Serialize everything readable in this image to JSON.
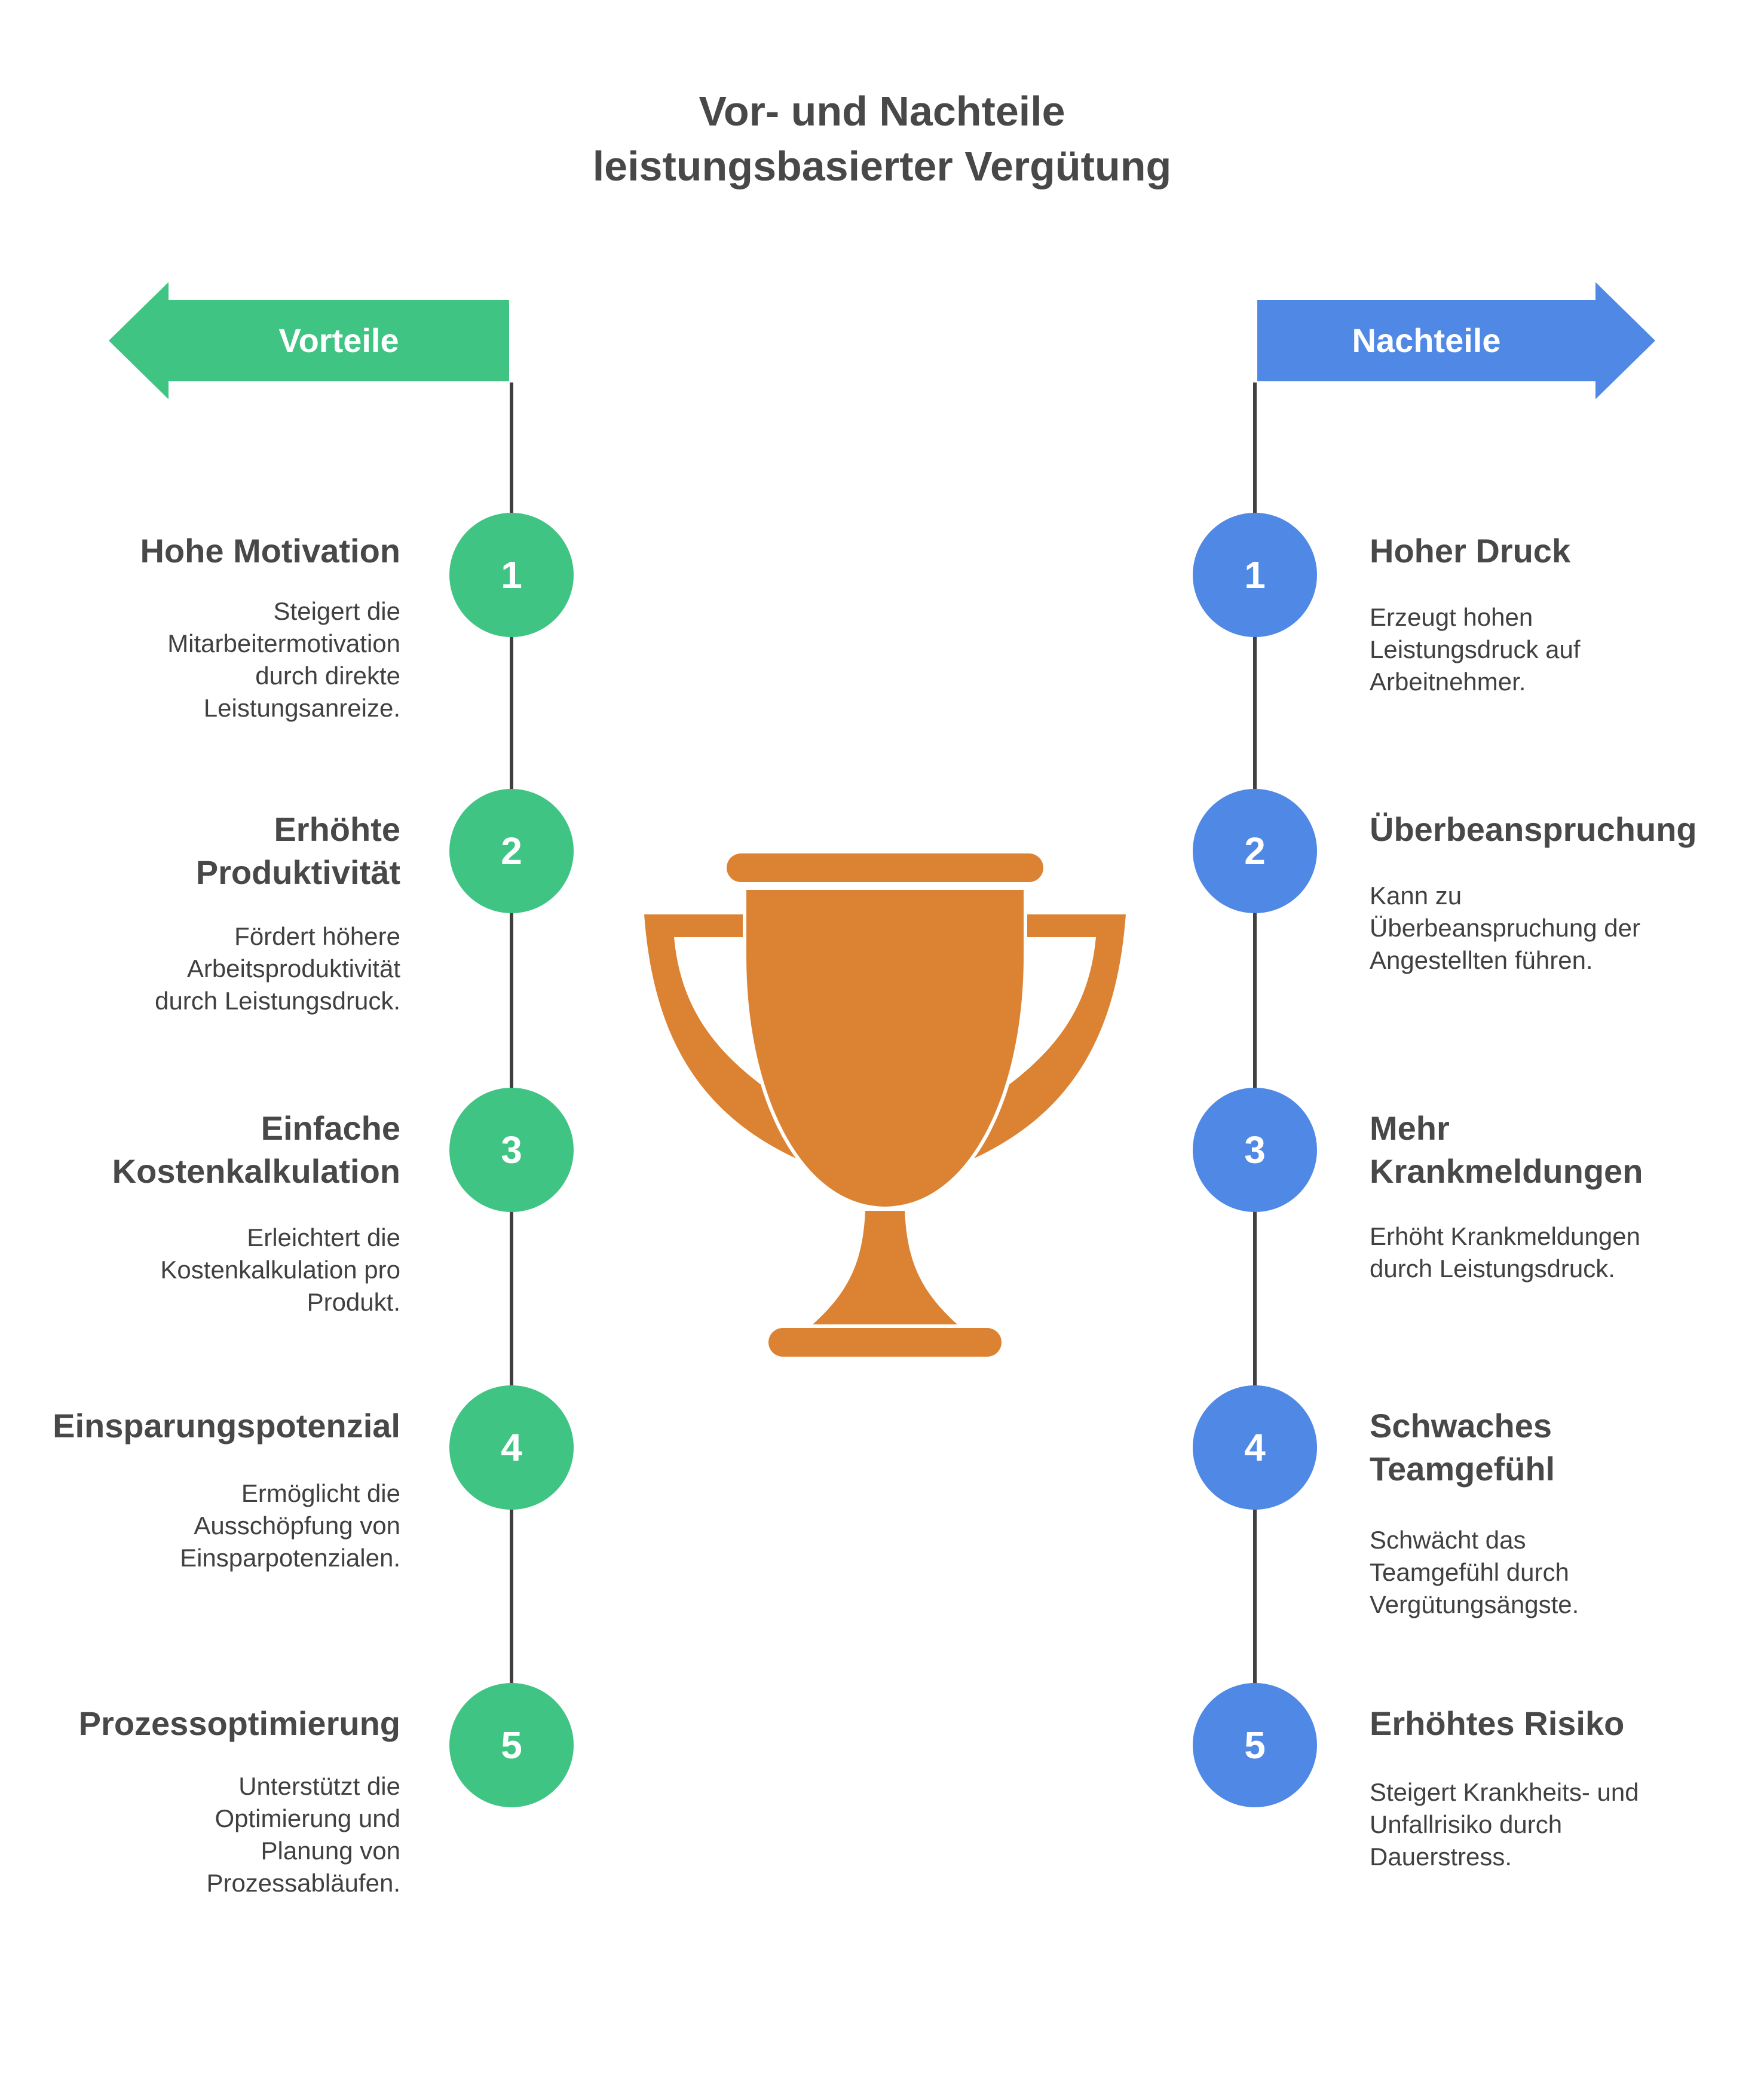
{
  "title": {
    "line1": "Vor- und Nachteile",
    "line2": "leistungsbasierter Vergütung"
  },
  "colors": {
    "pros": "#3fc483",
    "cons": "#4f88e5",
    "trophy": "#dc8333",
    "line": "#404040"
  },
  "icons": {
    "center": "trophy-icon"
  },
  "pros": {
    "label": "Vorteile",
    "items": [
      {
        "number": "1",
        "title": [
          "Hohe Motivation"
        ],
        "desc": [
          "Steigert die",
          "Mitarbeitermotivation",
          "durch direkte",
          "Leistungsanreize."
        ]
      },
      {
        "number": "2",
        "title": [
          "Erhöhte",
          "Produktivität"
        ],
        "desc": [
          "Fördert höhere",
          "Arbeitsproduktivität",
          "durch Leistungsdruck."
        ]
      },
      {
        "number": "3",
        "title": [
          "Einfache",
          "Kostenkalkulation"
        ],
        "desc": [
          "Erleichtert die",
          "Kostenkalkulation pro",
          "Produkt."
        ]
      },
      {
        "number": "4",
        "title": [
          "Einsparungspotenzial"
        ],
        "desc": [
          "Ermöglicht die",
          "Ausschöpfung von",
          "Einsparpotenzialen."
        ]
      },
      {
        "number": "5",
        "title": [
          "Prozessoptimierung"
        ],
        "desc": [
          "Unterstützt die",
          "Optimierung und",
          "Planung von",
          "Prozessabläufen."
        ]
      }
    ]
  },
  "cons": {
    "label": "Nachteile",
    "items": [
      {
        "number": "1",
        "title": [
          "Hoher Druck"
        ],
        "desc": [
          "Erzeugt hohen",
          "Leistungsdruck auf",
          "Arbeitnehmer."
        ]
      },
      {
        "number": "2",
        "title": [
          "Überbeanspruchung"
        ],
        "desc": [
          "Kann zu",
          "Überbeanspruchung der",
          "Angestellten führen."
        ]
      },
      {
        "number": "3",
        "title": [
          "Mehr",
          "Krankmeldungen"
        ],
        "desc": [
          "Erhöht Krankmeldungen",
          "durch Leistungsdruck."
        ]
      },
      {
        "number": "4",
        "title": [
          "Schwaches",
          "Teamgefühl"
        ],
        "desc": [
          "Schwächt das",
          "Teamgefühl durch",
          "Vergütungsängste."
        ]
      },
      {
        "number": "5",
        "title": [
          "Erhöhtes Risiko"
        ],
        "desc": [
          "Steigert Krankheits- und",
          "Unfallrisiko durch",
          "Dauerstress."
        ]
      }
    ]
  }
}
